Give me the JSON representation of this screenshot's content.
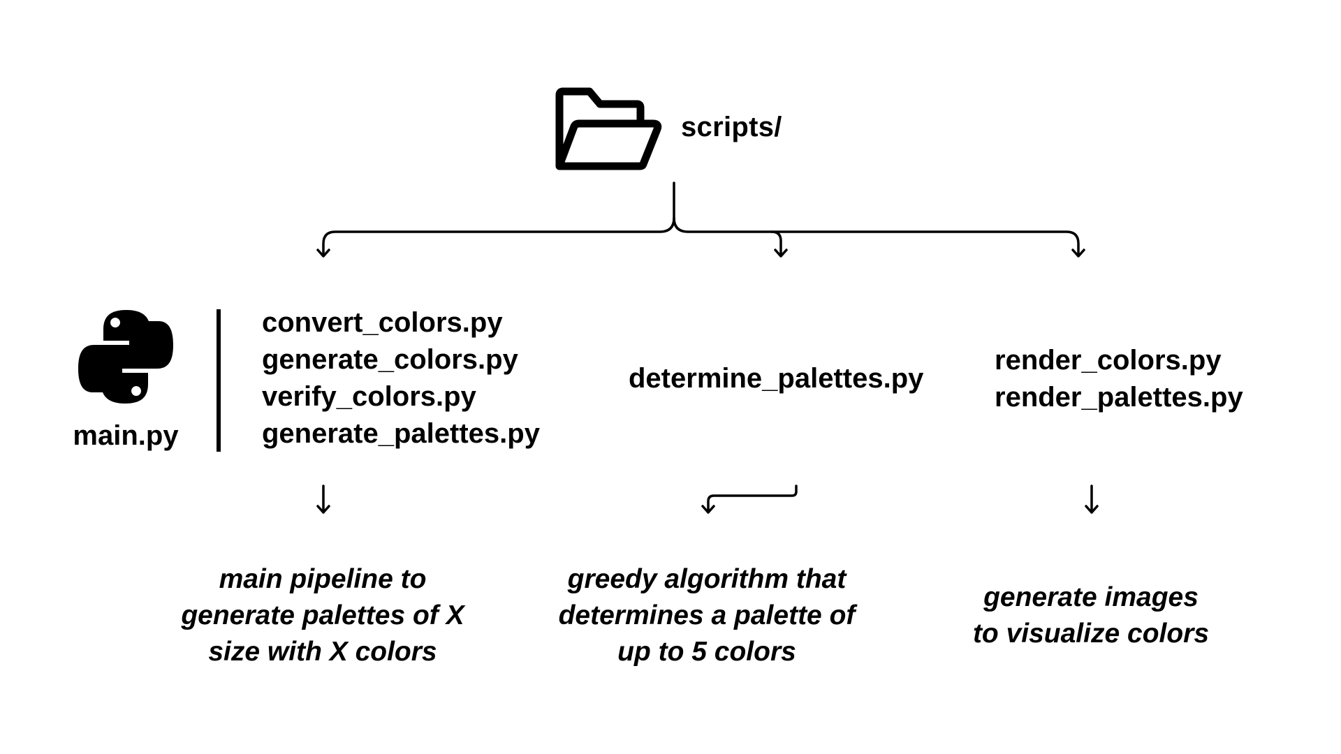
{
  "root": {
    "label": "scripts/",
    "icon": "folder-open-icon"
  },
  "main_module": {
    "label": "main.py",
    "icon": "python-logo-icon"
  },
  "groups": [
    {
      "files": [
        "convert_colors.py",
        "generate_colors.py",
        "verify_colors.py",
        "generate_palettes.py"
      ],
      "description": [
        "main pipeline to",
        "generate palettes of X",
        "size with X colors"
      ]
    },
    {
      "files": [
        "determine_palettes.py"
      ],
      "description": [
        "greedy algorithm that",
        "determines a palette of",
        "up to 5 colors"
      ]
    },
    {
      "files": [
        "render_colors.py",
        "render_palettes.py"
      ],
      "description": [
        "generate images",
        "to visualize colors"
      ]
    }
  ],
  "colors": {
    "ink": "#000000",
    "background": "#ffffff"
  }
}
